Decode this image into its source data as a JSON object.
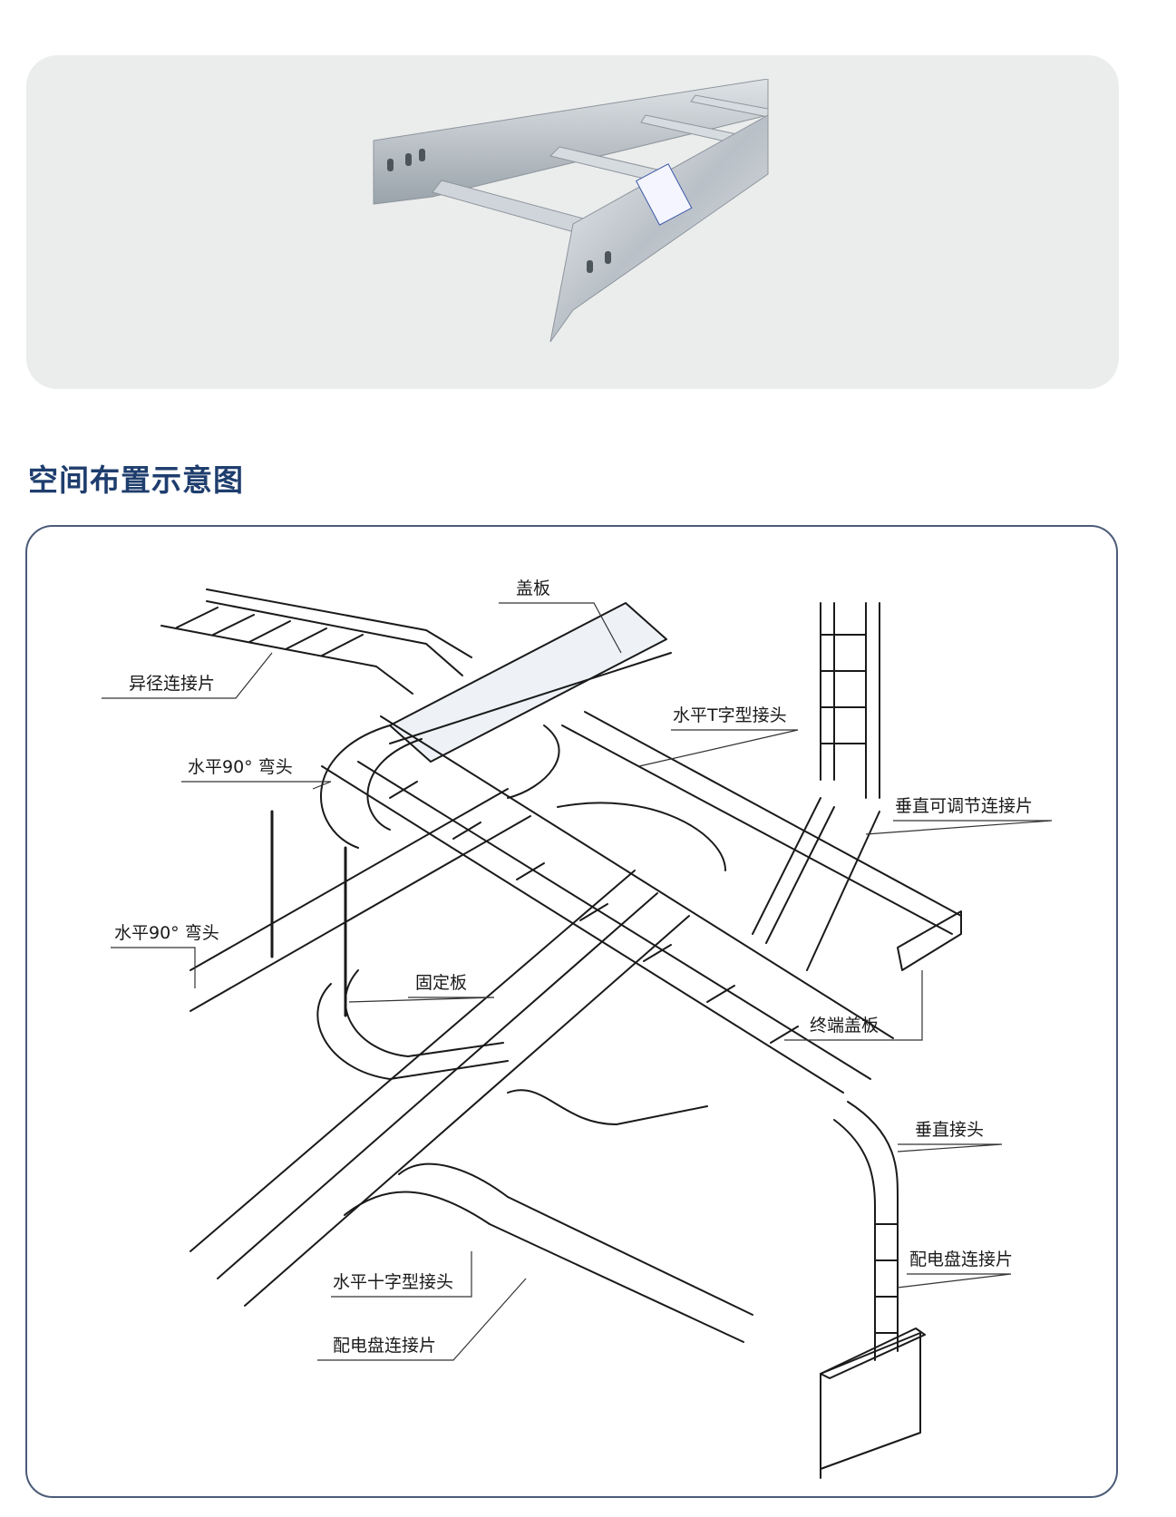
{
  "section_title": "空间布置示意图",
  "diagram": {
    "callouts": {
      "cover_plate": "盖板",
      "reducer_connector": "异径连接片",
      "horizontal_tee": "水平T字型接头",
      "horizontal_elbow_upper": "水平90° 弯头",
      "vertical_adjustable_connector": "垂直可调节连接片",
      "horizontal_elbow_lower": "水平90° 弯头",
      "fixing_plate": "固定板",
      "end_cover": "终端盖板",
      "vertical_joint": "垂直接头",
      "panel_connector_right": "配电盘连接片",
      "horizontal_cross": "水平十字型接头",
      "panel_connector_bottom": "配电盘连接片"
    }
  },
  "colors": {
    "title": "#1f3e6e",
    "frame_border": "#4b5b78",
    "panel_bg": "#ebecec",
    "line": "#1a1a1a"
  }
}
